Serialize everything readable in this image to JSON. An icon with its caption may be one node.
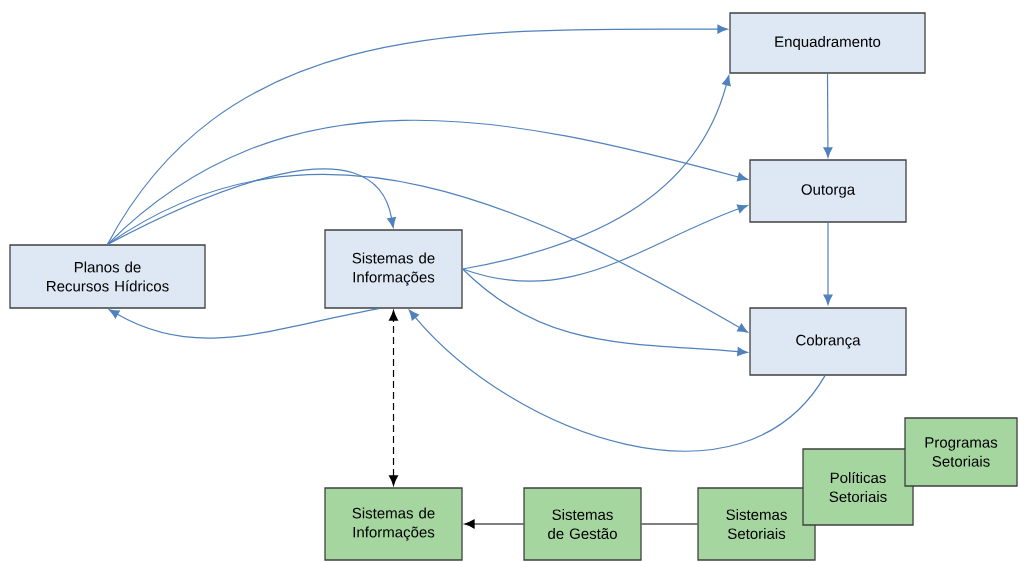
{
  "diagram": {
    "nodes": [
      {
        "text": [
          "Planos de Recursos Hídricos"
        ]
      },
      {
        "text": [
          "Sistemas de Informações"
        ]
      },
      {
        "text": [
          "Enquadramento"
        ]
      },
      {
        "text": [
          "Outorga"
        ]
      },
      {
        "text": [
          "Cobrança"
        ]
      },
      {
        "text": [
          "Sistemas de Informações"
        ]
      },
      {
        "text": [
          "Sistemas de Gestão"
        ]
      },
      {
        "text": [
          "Sistemas Setoriais"
        ]
      },
      {
        "text": [
          "Políticas Setoriais"
        ]
      },
      {
        "text": [
          "Programas Setoriais"
        ]
      }
    ],
    "edges": [
      {
        "from": 0,
        "to": 2,
        "arrow": "to"
      },
      {
        "from": 0,
        "to": 3,
        "arrow": "to"
      },
      {
        "from": 0,
        "to": 4,
        "arrow": "to"
      },
      {
        "from": 0,
        "to": 1,
        "arrow": "to"
      },
      {
        "from": 1,
        "to": 0,
        "arrow": "to"
      },
      {
        "from": 1,
        "to": 2,
        "arrow": "to"
      },
      {
        "from": 1,
        "to": 3,
        "arrow": "to"
      },
      {
        "from": 1,
        "to": 4,
        "arrow": "to"
      },
      {
        "from": 2,
        "to": 3,
        "arrow": "to"
      },
      {
        "from": 3,
        "to": 4,
        "arrow": "to"
      },
      {
        "from": 4,
        "to": 1,
        "arrow": "to"
      },
      {
        "from": 5,
        "to": 1,
        "arrow": "both",
        "style": "dashed",
        "color": "#000000"
      },
      {
        "from": 6,
        "to": 5,
        "arrow": "to",
        "color": "#000000"
      },
      {
        "from": 7,
        "to": 6,
        "arrow": "none",
        "color": "#000000"
      }
    ]
  }
}
